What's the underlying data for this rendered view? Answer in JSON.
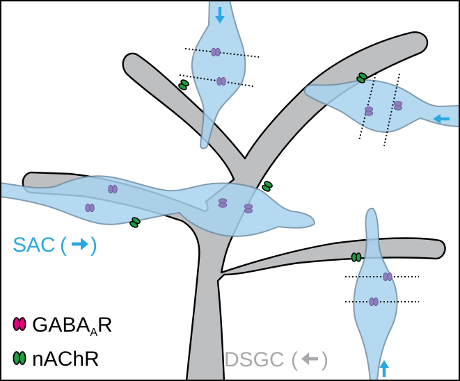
{
  "labels": {
    "sac": "SAC",
    "dsgc": "DSGC",
    "gaba_main": "GABA",
    "gaba_sub": "A",
    "gaba_end": "R",
    "nachr": "nAChR"
  },
  "icons": {
    "sac_direction": "arrow-right-icon",
    "dsgc_direction": "arrow-left-icon"
  },
  "colors": {
    "sac_fill": "#a9d3ef",
    "sac_stroke": "#6e8ea3",
    "sac_label": "#29a8e0",
    "dsgc_fill": "#bdbfc1",
    "dsgc_label": "#a7a9ac",
    "gaba_receptor": "#e5007e",
    "nachr_receptor": "#1f9e3f",
    "arrow": "#29a8e0"
  }
}
